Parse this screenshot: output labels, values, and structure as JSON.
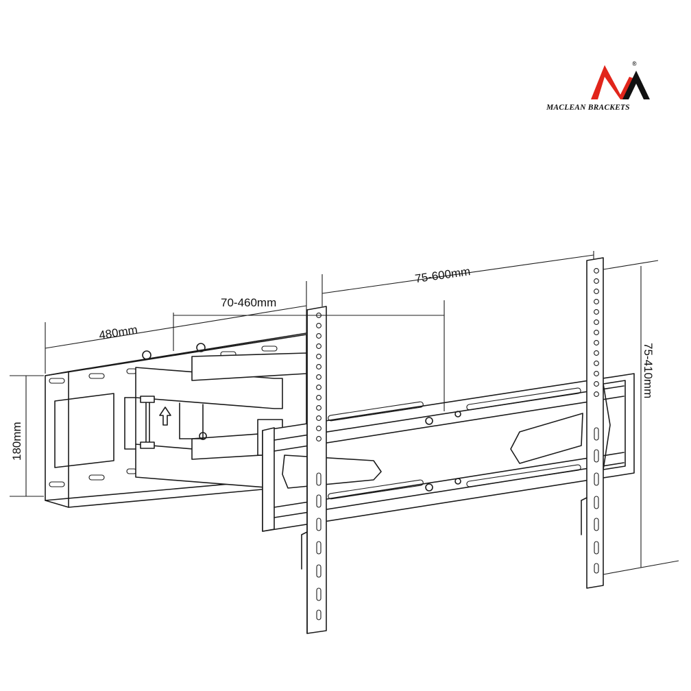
{
  "brand": {
    "name": "MACLEAN BRACKETS",
    "registered_mark": "®",
    "logo_colors": {
      "red": "#e1251b",
      "black": "#111111"
    }
  },
  "dimensions": {
    "wall_plate_width": "480mm",
    "wall_plate_height": "180mm",
    "wall_distance": "70-460mm",
    "vesa_horizontal": "75-600mm",
    "vesa_vertical": "75-410mm"
  },
  "colors": {
    "line": "#1a1a1a",
    "background": "#ffffff"
  }
}
